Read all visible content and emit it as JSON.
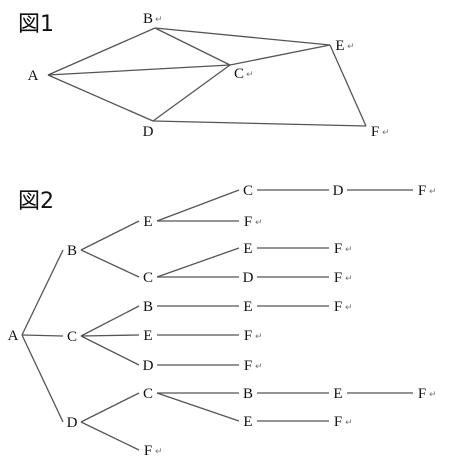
{
  "figure1": {
    "label": "図1",
    "nodes": [
      {
        "id": "A",
        "text": "A"
      },
      {
        "id": "B",
        "text": "B",
        "mark": "↵"
      },
      {
        "id": "C",
        "text": "C",
        "mark": "↵"
      },
      {
        "id": "D",
        "text": "D"
      },
      {
        "id": "E",
        "text": "E",
        "mark": "↵"
      },
      {
        "id": "F",
        "text": "F",
        "mark": "↵"
      }
    ],
    "edges": [
      [
        "A",
        "B"
      ],
      [
        "A",
        "C"
      ],
      [
        "A",
        "D"
      ],
      [
        "B",
        "C"
      ],
      [
        "B",
        "E"
      ],
      [
        "C",
        "D"
      ],
      [
        "C",
        "E"
      ],
      [
        "D",
        "F"
      ],
      [
        "E",
        "F"
      ]
    ]
  },
  "figure2": {
    "label": "図2",
    "tree": {
      "text": "A",
      "children": [
        {
          "text": "B",
          "children": [
            {
              "text": "E",
              "children": [
                {
                  "text": "C",
                  "children": [
                    {
                      "text": "D",
                      "children": [
                        {
                          "text": "F",
                          "mark": "↵"
                        }
                      ]
                    }
                  ]
                },
                {
                  "text": "F",
                  "mark": "↵"
                }
              ]
            },
            {
              "text": "C",
              "children": [
                {
                  "text": "E",
                  "children": [
                    {
                      "text": "F",
                      "mark": "↵"
                    }
                  ]
                },
                {
                  "text": "D",
                  "children": [
                    {
                      "text": "F",
                      "mark": "↵"
                    }
                  ]
                }
              ]
            }
          ]
        },
        {
          "text": "C",
          "children": [
            {
              "text": "B",
              "children": [
                {
                  "text": "E",
                  "children": [
                    {
                      "text": "F",
                      "mark": "↵"
                    }
                  ]
                }
              ]
            },
            {
              "text": "E",
              "children": [
                {
                  "text": "F",
                  "mark": "↵"
                }
              ]
            },
            {
              "text": "D",
              "children": [
                {
                  "text": "F",
                  "mark": "↵"
                }
              ]
            }
          ]
        },
        {
          "text": "D",
          "children": [
            {
              "text": "C",
              "children": [
                {
                  "text": "B",
                  "children": [
                    {
                      "text": "E",
                      "children": [
                        {
                          "text": "F",
                          "mark": "↵"
                        }
                      ]
                    }
                  ]
                },
                {
                  "text": "E",
                  "children": [
                    {
                      "text": "F",
                      "mark": "↵"
                    }
                  ]
                }
              ]
            },
            {
              "text": "F",
              "mark": "↵"
            }
          ]
        }
      ]
    }
  }
}
